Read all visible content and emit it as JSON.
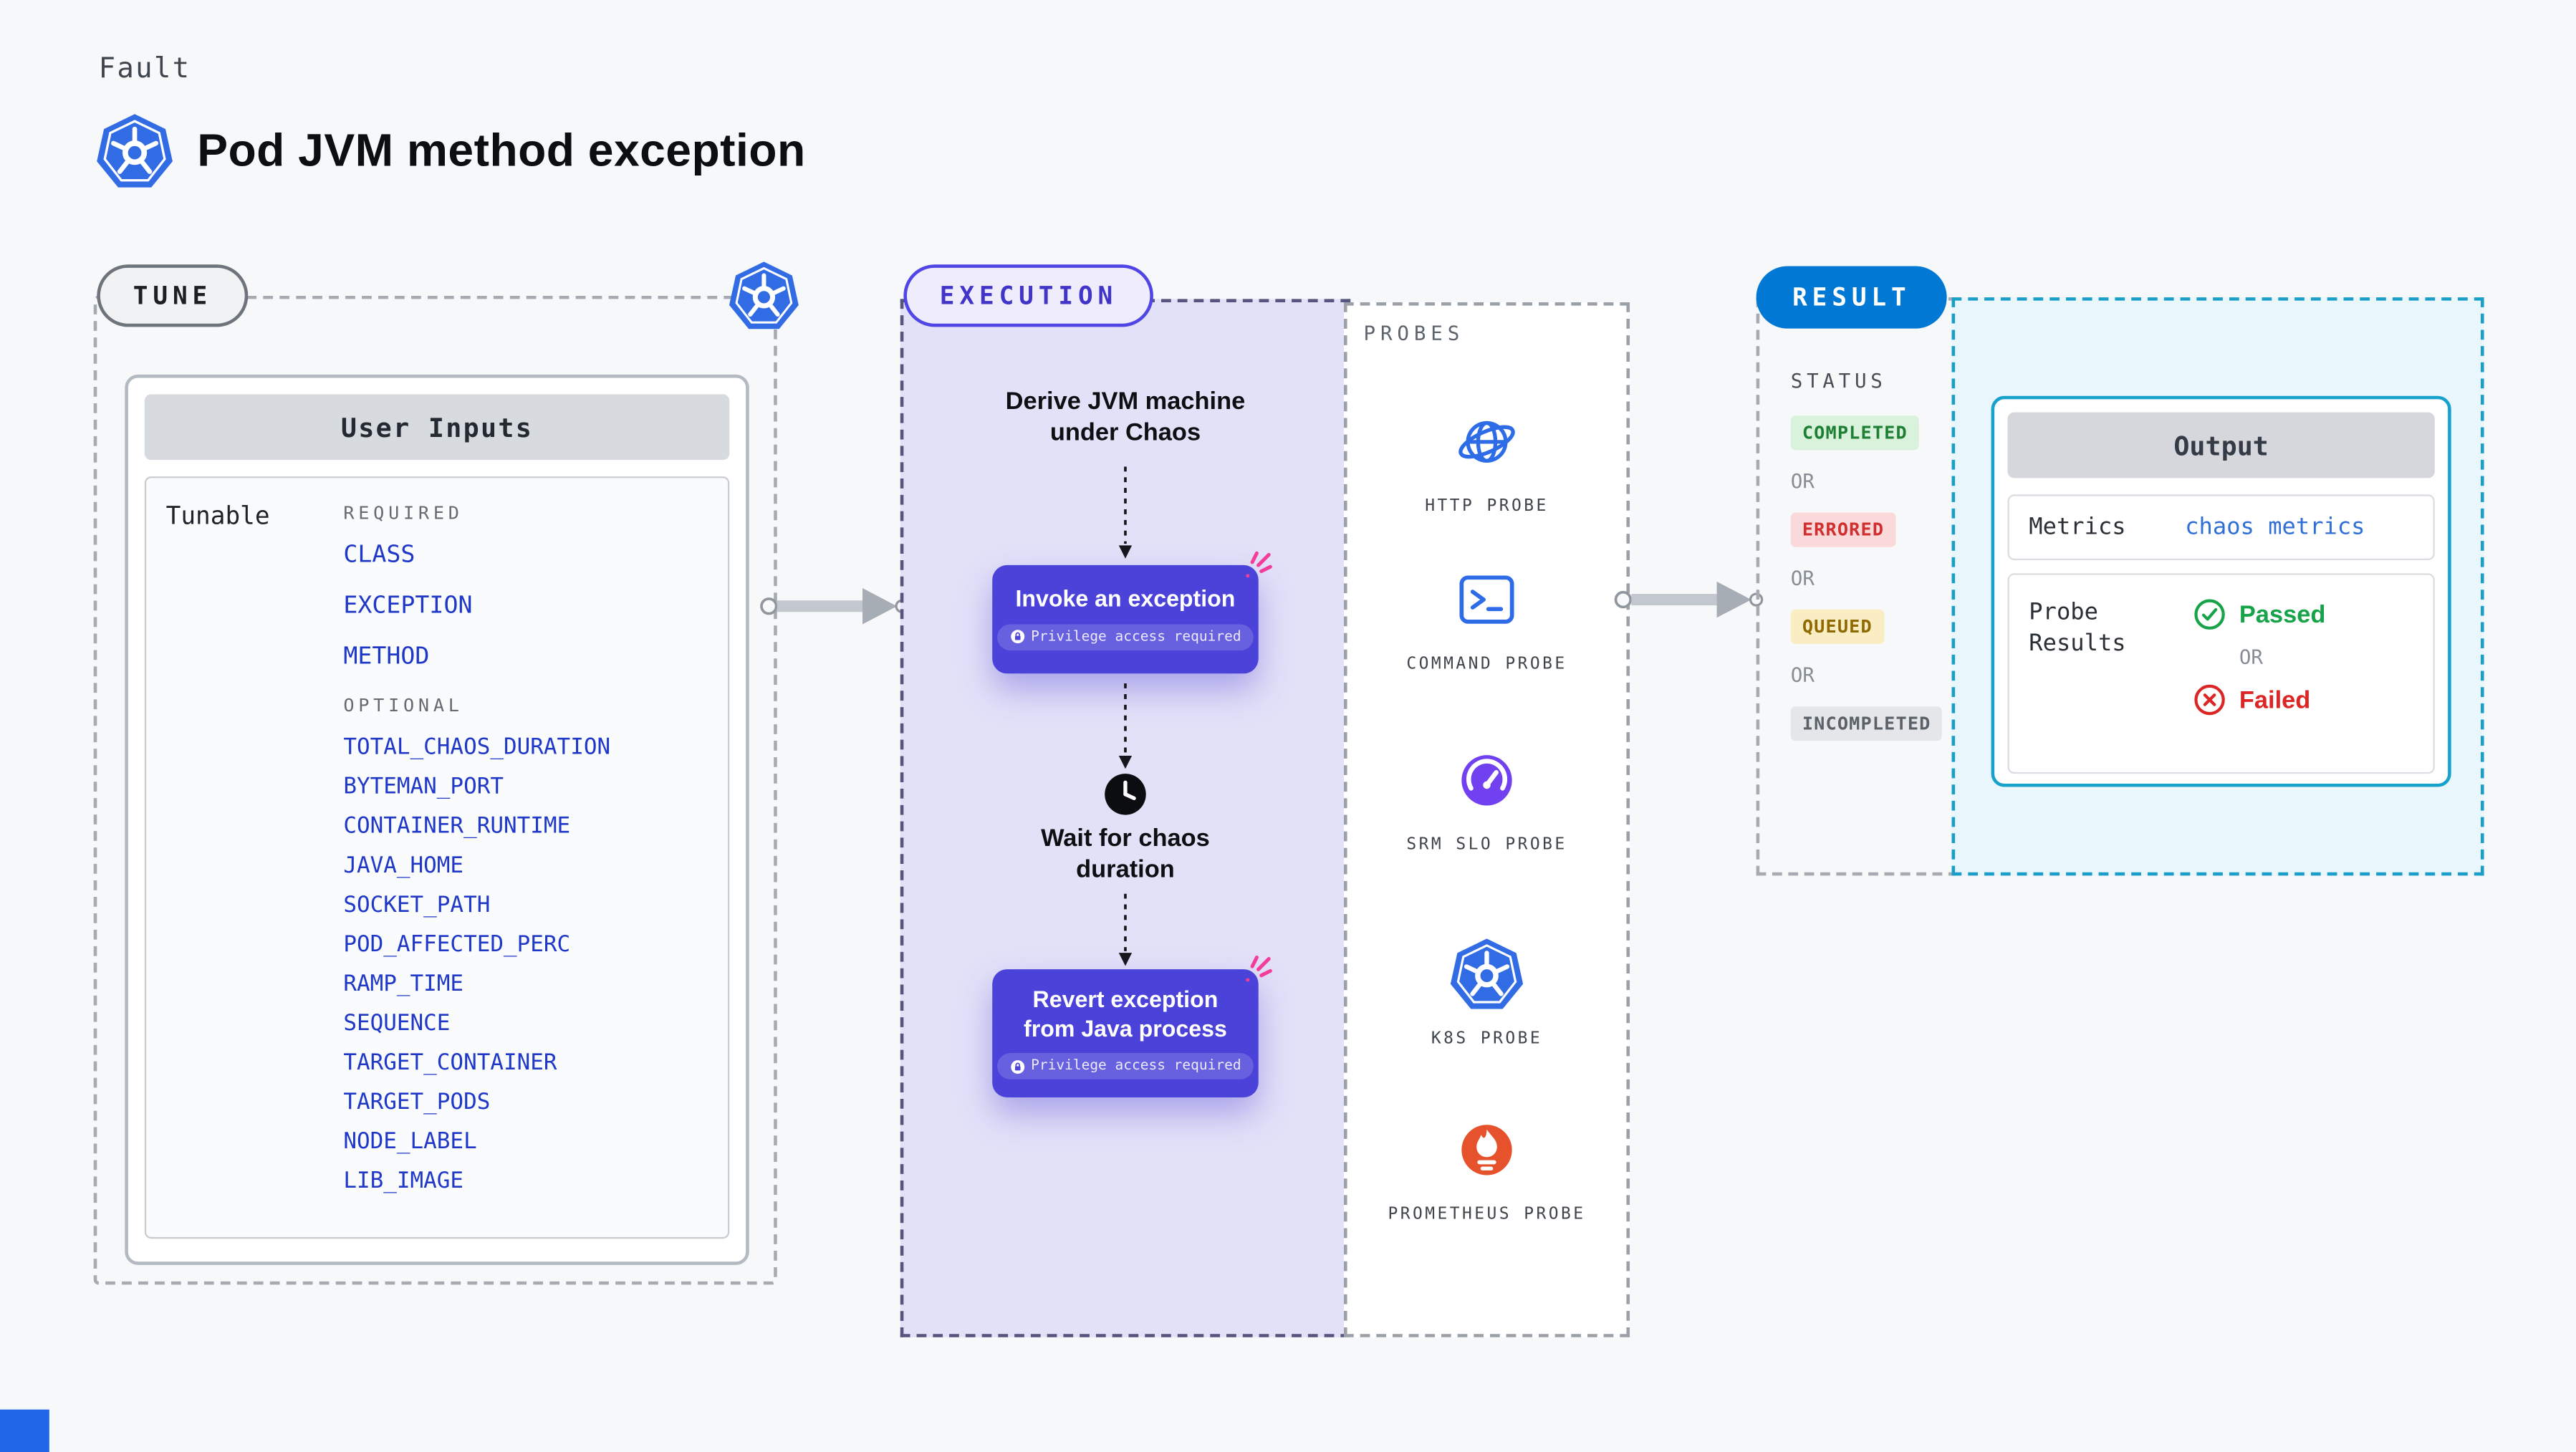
{
  "header": {
    "kicker": "Fault",
    "title": "Pod JVM method exception"
  },
  "tune": {
    "label": "TUNE",
    "panel_title": "User Inputs",
    "tunable_label": "Tunable",
    "required_label": "REQUIRED",
    "required": [
      "CLASS",
      "EXCEPTION",
      "METHOD"
    ],
    "optional_label": "OPTIONAL",
    "optional": [
      "TOTAL_CHAOS_DURATION",
      "BYTEMAN_PORT",
      "CONTAINER_RUNTIME",
      "JAVA_HOME",
      "SOCKET_PATH",
      "POD_AFFECTED_PERC",
      "RAMP_TIME",
      "SEQUENCE",
      "TARGET_CONTAINER",
      "TARGET_PODS",
      "NODE_LABEL",
      "LIB_IMAGE"
    ]
  },
  "execution": {
    "label": "EXECUTION",
    "derive_text": "Derive JVM machine under Chaos",
    "invoke_label": "Invoke an exception",
    "invoke_badge": "Privilege access required",
    "wait_text": "Wait for chaos duration",
    "revert_label": "Revert exception from Java process",
    "revert_badge": "Privilege access required"
  },
  "probes": {
    "label": "PROBES",
    "items": [
      {
        "name": "HTTP PROBE",
        "icon": "globe-orbit-icon"
      },
      {
        "name": "COMMAND PROBE",
        "icon": "terminal-icon"
      },
      {
        "name": "SRM SLO PROBE",
        "icon": "gauge-icon"
      },
      {
        "name": "K8S PROBE",
        "icon": "kubernetes-icon"
      },
      {
        "name": "PROMETHEUS PROBE",
        "icon": "prometheus-flame-icon"
      }
    ]
  },
  "result": {
    "label": "RESULT",
    "status_label": "STATUS",
    "or": "OR",
    "statuses": [
      {
        "text": "COMPLETED",
        "type": "success"
      },
      {
        "text": "ERRORED",
        "type": "error"
      },
      {
        "text": "QUEUED",
        "type": "warning"
      },
      {
        "text": "INCOMPLETED",
        "type": "neutral"
      }
    ],
    "output": {
      "title": "Output",
      "metrics_label": "Metrics",
      "metrics_value": "chaos metrics",
      "probe_results_label": "Probe Results",
      "passed": "Passed",
      "or_label": "OR",
      "failed": "Failed"
    }
  },
  "colors": {
    "kubernetes_blue": "#326ce5",
    "execution_purple": "#4f46e5",
    "action_indigo": "#4b42d9",
    "result_blue": "#0278d5",
    "output_cyan": "#17a2cc",
    "success_green": "#16a34a",
    "error_red": "#dc2626",
    "queued_amber": "#8f6a00",
    "spark_pink": "#f23d9a",
    "prometheus_orange": "#e6522c",
    "srm_purple": "#7141f1"
  }
}
